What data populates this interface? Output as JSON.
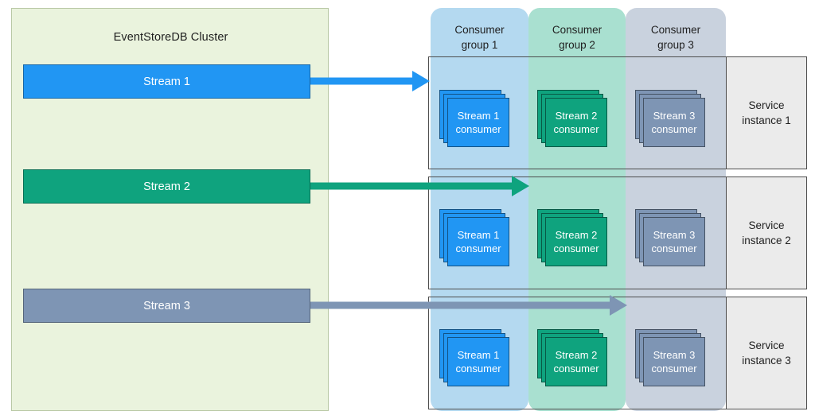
{
  "cluster": {
    "title": "EventStoreDB Cluster",
    "streams": [
      {
        "label": "Stream 1",
        "color": "#2196f3"
      },
      {
        "label": "Stream 2",
        "color": "#0fa37e"
      },
      {
        "label": "Stream 3",
        "color": "#7e95b4"
      }
    ]
  },
  "consumer_groups": [
    {
      "line1": "Consumer",
      "line2": "group 1",
      "color": "#b4d9f0"
    },
    {
      "line1": "Consumer",
      "line2": "group 2",
      "color": "#a9e0d0"
    },
    {
      "line1": "Consumer",
      "line2": "group 3",
      "color": "#c9d2de"
    }
  ],
  "service_instances": [
    {
      "line1": "Service",
      "line2": "instance 1"
    },
    {
      "line1": "Service",
      "line2": "instance 2"
    },
    {
      "line1": "Service",
      "line2": "instance 3"
    }
  ],
  "consumers": [
    {
      "line1": "Stream 1",
      "line2": "consumer",
      "color": "#2196f3"
    },
    {
      "line1": "Stream 2",
      "line2": "consumer",
      "color": "#0fa37e"
    },
    {
      "line1": "Stream 3",
      "line2": "consumer",
      "color": "#7e95b4"
    }
  ],
  "arrows": [
    {
      "from": "Stream 1",
      "to": "Consumer group 1",
      "color": "#2196f3"
    },
    {
      "from": "Stream 2",
      "to": "Consumer group 2",
      "color": "#0fa37e"
    },
    {
      "from": "Stream 3",
      "to": "Consumer group 3",
      "color": "#7e95b4"
    }
  ]
}
